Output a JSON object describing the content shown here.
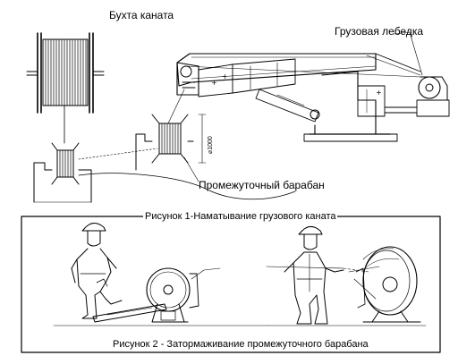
{
  "labels": {
    "rope_coil": "Бухта каната",
    "cargo_winch": "Грузовая лебедка",
    "intermediate_drum": "Промежуточный барабан",
    "drum_diameter": "⌀1000"
  },
  "captions": {
    "figure1": "Рисунок 1-Наматывание грузового каната",
    "figure2": "Рисунок 2 - Затормаживание промежуточного барабана"
  },
  "colors": {
    "ink": "#000000",
    "paper": "#ffffff"
  }
}
